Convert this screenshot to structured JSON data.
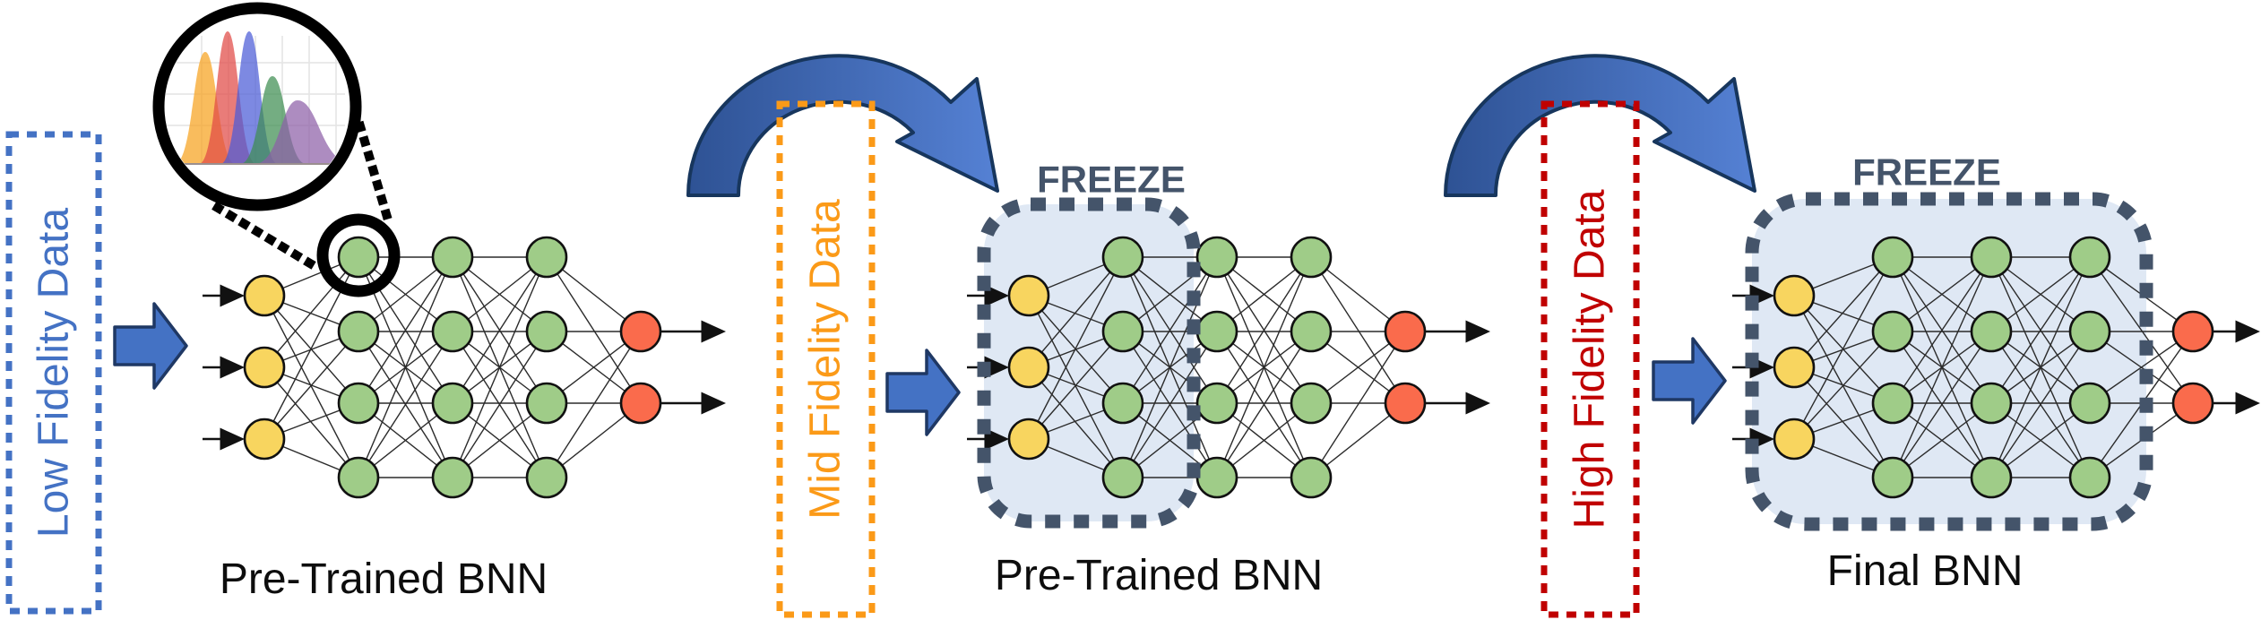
{
  "stages": [
    {
      "data_label": "Low Fidelity Data",
      "accent": "#4472C4",
      "network_label": "Pre-Trained BNN"
    },
    {
      "data_label": "Mid Fidelity Data",
      "accent": "#FB9A18",
      "network_label": "Pre-Trained BNN",
      "freeze_label": "FREEZE"
    },
    {
      "data_label": "High Fidelity Data",
      "accent": "#C00000",
      "network_label": "Final BNN",
      "freeze_label": "FREEZE"
    }
  ],
  "network": {
    "input_count": 3,
    "hidden_layers": [
      4,
      4,
      4
    ],
    "output_count": 2,
    "input_node_color": "#F8D55F",
    "hidden_node_color": "#9FCC88",
    "output_node_color": "#FA6B4C",
    "node_border_color": "#111111",
    "edge_color": "#2b2b2b"
  },
  "freeze": {
    "fill": "#DFE8F4",
    "border": "#44546A"
  },
  "transfer_arrow": {
    "gradient_from": "#2E5294",
    "gradient_to": "#5581D4",
    "outline": "#17365D"
  },
  "block_arrow": {
    "fill": "#4472C4",
    "outline": "#1F3864"
  },
  "magnifier": {
    "curve_colors": [
      "#F6A21E",
      "#E04A45",
      "#4B5BD7",
      "#3F8E52",
      "#8E5FA8"
    ]
  }
}
